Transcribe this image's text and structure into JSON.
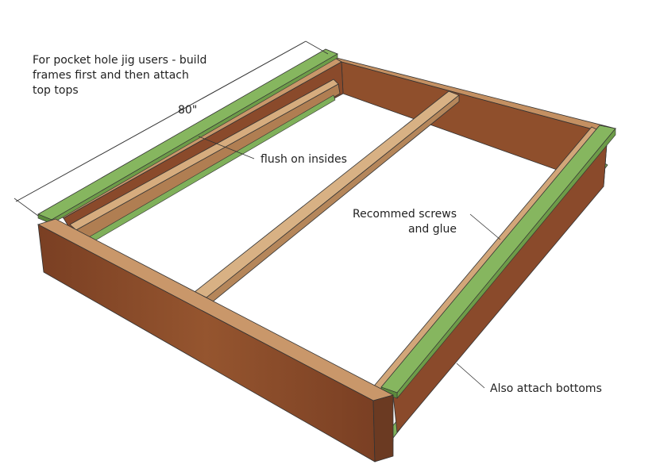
{
  "annotations": {
    "note_lines": [
      "For pocket hole jig users - build",
      "frames first and then attach",
      "top tops"
    ],
    "dimension": "80\"",
    "flush": "flush on insides",
    "screws_lines": [
      "Recommed screws",
      "and glue"
    ],
    "bottoms": "Also attach bottoms"
  },
  "colors": {
    "frame_wood": "#8a4a2b",
    "frame_wood_dark": "#6b3a22",
    "cleat_wood": "#b98a5c",
    "cleat_wood_light": "#d2a679",
    "strip_green": "#7fb05a",
    "strip_green_dark": "#5c8a3c",
    "line": "#333333"
  }
}
